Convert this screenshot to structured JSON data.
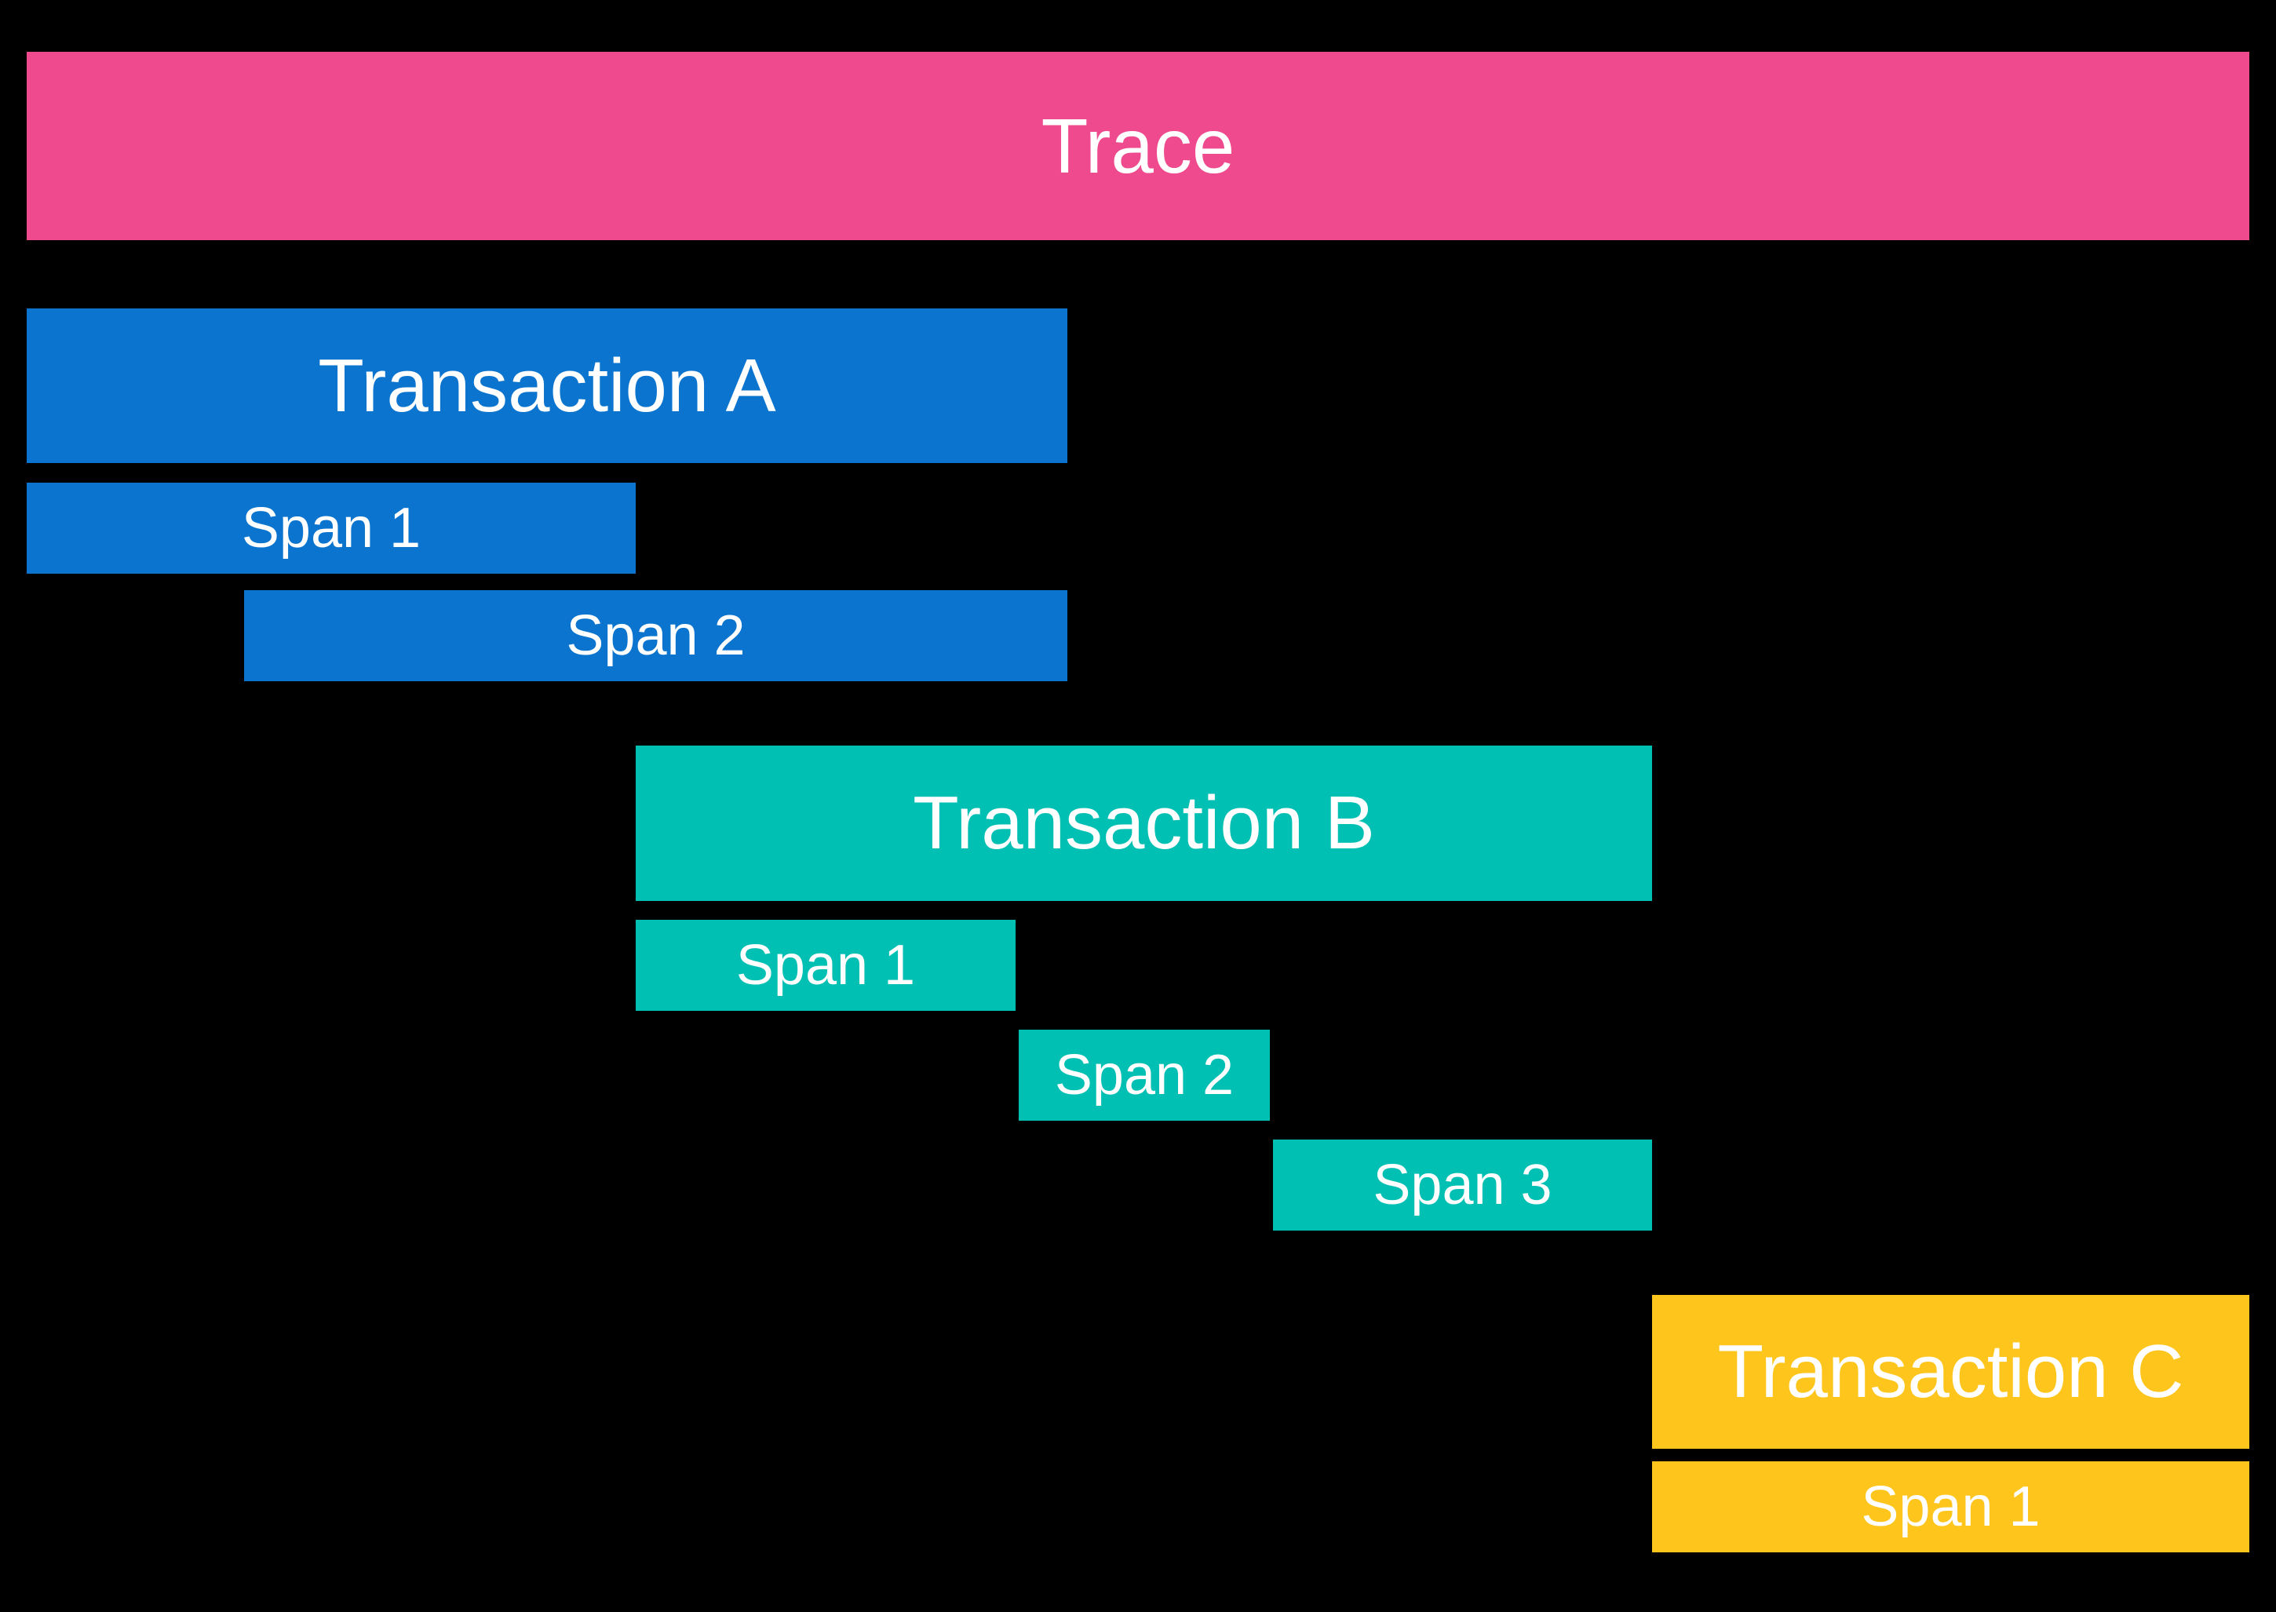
{
  "colors": {
    "background": "#000000",
    "trace": "#EE4A8D",
    "transaction_a": "#0B74CE",
    "transaction_b": "#00BFB3",
    "transaction_c": "#FEC51D",
    "text": "#FFFFFF"
  },
  "diagram": {
    "trace": {
      "label": "Trace"
    },
    "transactions": [
      {
        "label": "Transaction A",
        "spans": [
          {
            "label": "Span 1"
          },
          {
            "label": "Span 2"
          }
        ]
      },
      {
        "label": "Transaction B",
        "spans": [
          {
            "label": "Span 1"
          },
          {
            "label": "Span 2"
          },
          {
            "label": "Span 3"
          }
        ]
      },
      {
        "label": "Transaction C",
        "spans": [
          {
            "label": "Span 1"
          }
        ]
      }
    ]
  }
}
